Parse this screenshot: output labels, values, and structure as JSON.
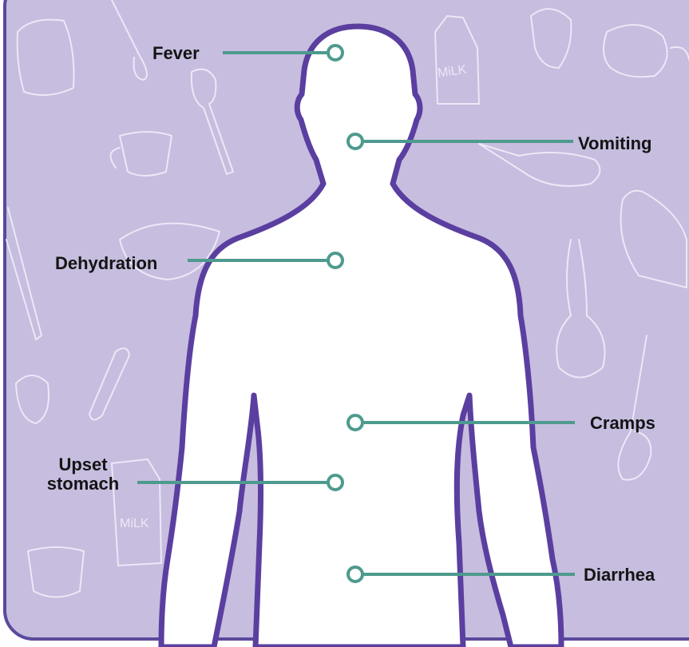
{
  "symptoms": {
    "fever": "Fever",
    "vomiting": "Vomiting",
    "dehydration": "Dehydration",
    "cramps": "Cramps",
    "upset_line1": "Upset",
    "upset_line2": "stomach",
    "diarrhea": "Diarrhea"
  },
  "background_doodles": {
    "milk_carton_text": "MiLK"
  },
  "colors": {
    "background": "#c7bddf",
    "body_fill": "#ffffff",
    "body_outline": "#5a3fa0",
    "connector": "#4e9a8e",
    "doodle_line": "#e8e3f4"
  }
}
